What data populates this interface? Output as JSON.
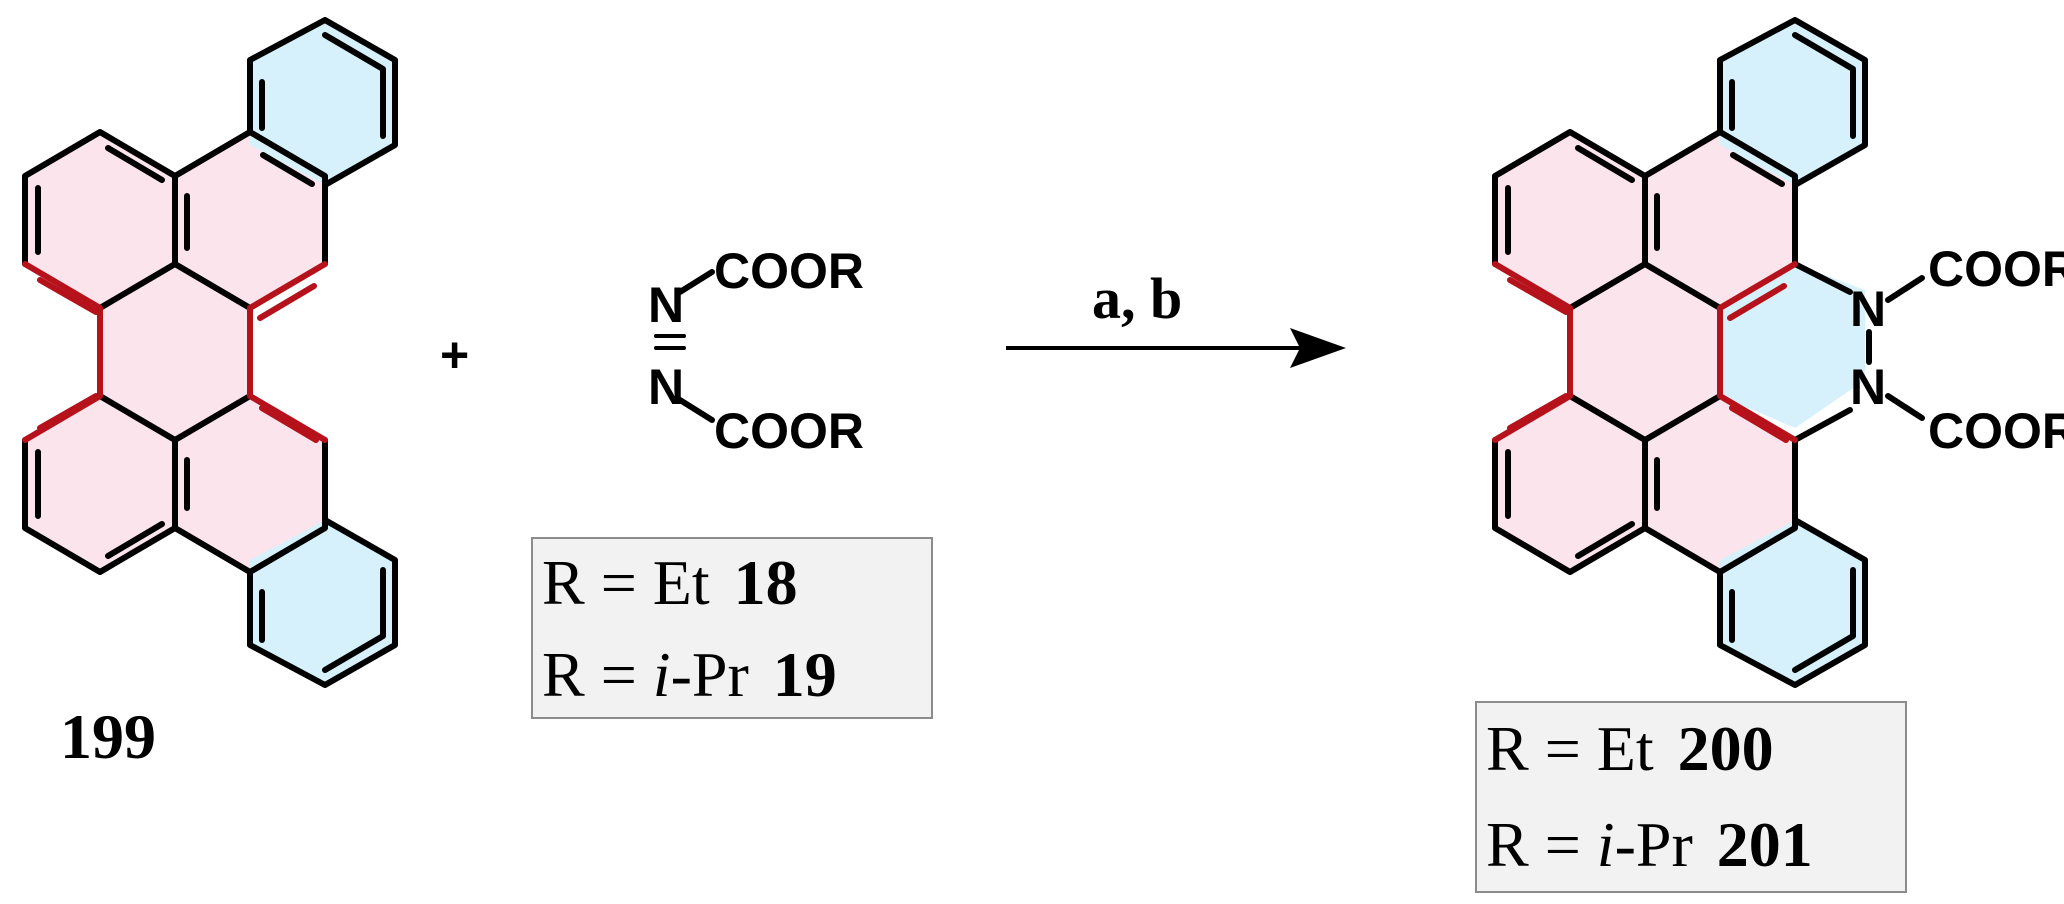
{
  "reactant_left": {
    "compound": "199"
  },
  "operator": "+",
  "reactant_right": {
    "atom_N_top": "N",
    "atom_N_bottom": "N",
    "group_top": "COOR",
    "group_bottom": "COOR",
    "variants": [
      {
        "prefix": "R = ",
        "italic": "",
        "name": "Et",
        "compound": "18"
      },
      {
        "prefix": "R = ",
        "italic": "i",
        "name": "-Pr",
        "compound": "19"
      }
    ]
  },
  "arrow": {
    "conditions": "a, b"
  },
  "product": {
    "atom_N_top": "N",
    "atom_N_bottom": "N",
    "group_top": "COOR",
    "group_bottom": "COOR",
    "variants": [
      {
        "prefix": "R = ",
        "italic": "",
        "name": "Et",
        "compound": "200"
      },
      {
        "prefix": "R = ",
        "italic": "i",
        "name": "-Pr",
        "compound": "201"
      }
    ]
  },
  "colors": {
    "pink": "#fce4ec",
    "blue": "#d6f1fb",
    "red_bond": "#b5121b",
    "box_fill": "#f2f2f2",
    "box_border": "#8c8c8c"
  }
}
